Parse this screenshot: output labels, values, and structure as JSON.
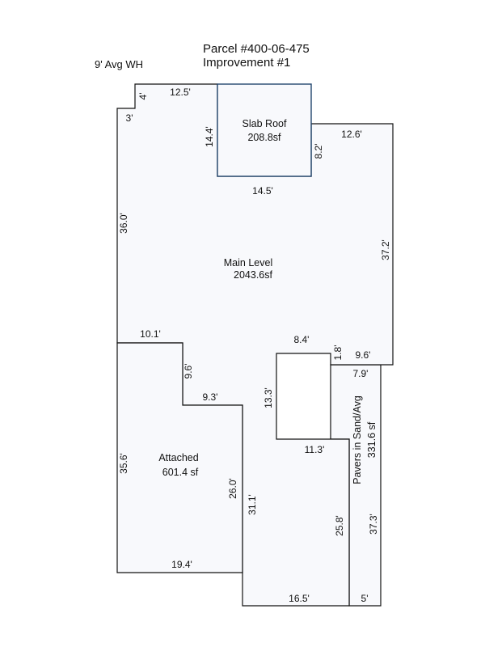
{
  "header": {
    "parcel": "Parcel #400-06-475",
    "improvement": "Improvement #1",
    "wall_height_note": "9' Avg WH"
  },
  "areas": {
    "slab_roof": {
      "name": "Slab Roof",
      "area": "208.8sf"
    },
    "main_level": {
      "name": "Main Level",
      "area": "2043.6sf"
    },
    "attached": {
      "name": "Attached",
      "area": "601.4 sf"
    },
    "pavers": {
      "name": "Pavers in Sand/Avg",
      "area": "331.6 sf"
    }
  },
  "dimensions": {
    "d_4": "4'",
    "d_12_5": "12.5'",
    "d_3": "3'",
    "d_14_4": "14.4'",
    "d_8_2": "8.2'",
    "d_12_6": "12.6'",
    "d_14_5": "14.5'",
    "d_36_0": "36.0'",
    "d_37_2": "37.2'",
    "d_10_1": "10.1'",
    "d_8_4": "8.4'",
    "d_1_8": "1.8'",
    "d_9_6_right": "9.6'",
    "d_9_6_left": "9.6'",
    "d_7_9": "7.9'",
    "d_9_3": "9.3'",
    "d_13_3": "13.3'",
    "d_11_3": "11.3'",
    "d_35_6": "35.6'",
    "d_26_0": "26.0'",
    "d_31_1": "31.1'",
    "d_25_8": "25.8'",
    "d_37_3": "37.3'",
    "d_19_4": "19.4'",
    "d_16_5": "16.5'",
    "d_5": "5'"
  }
}
